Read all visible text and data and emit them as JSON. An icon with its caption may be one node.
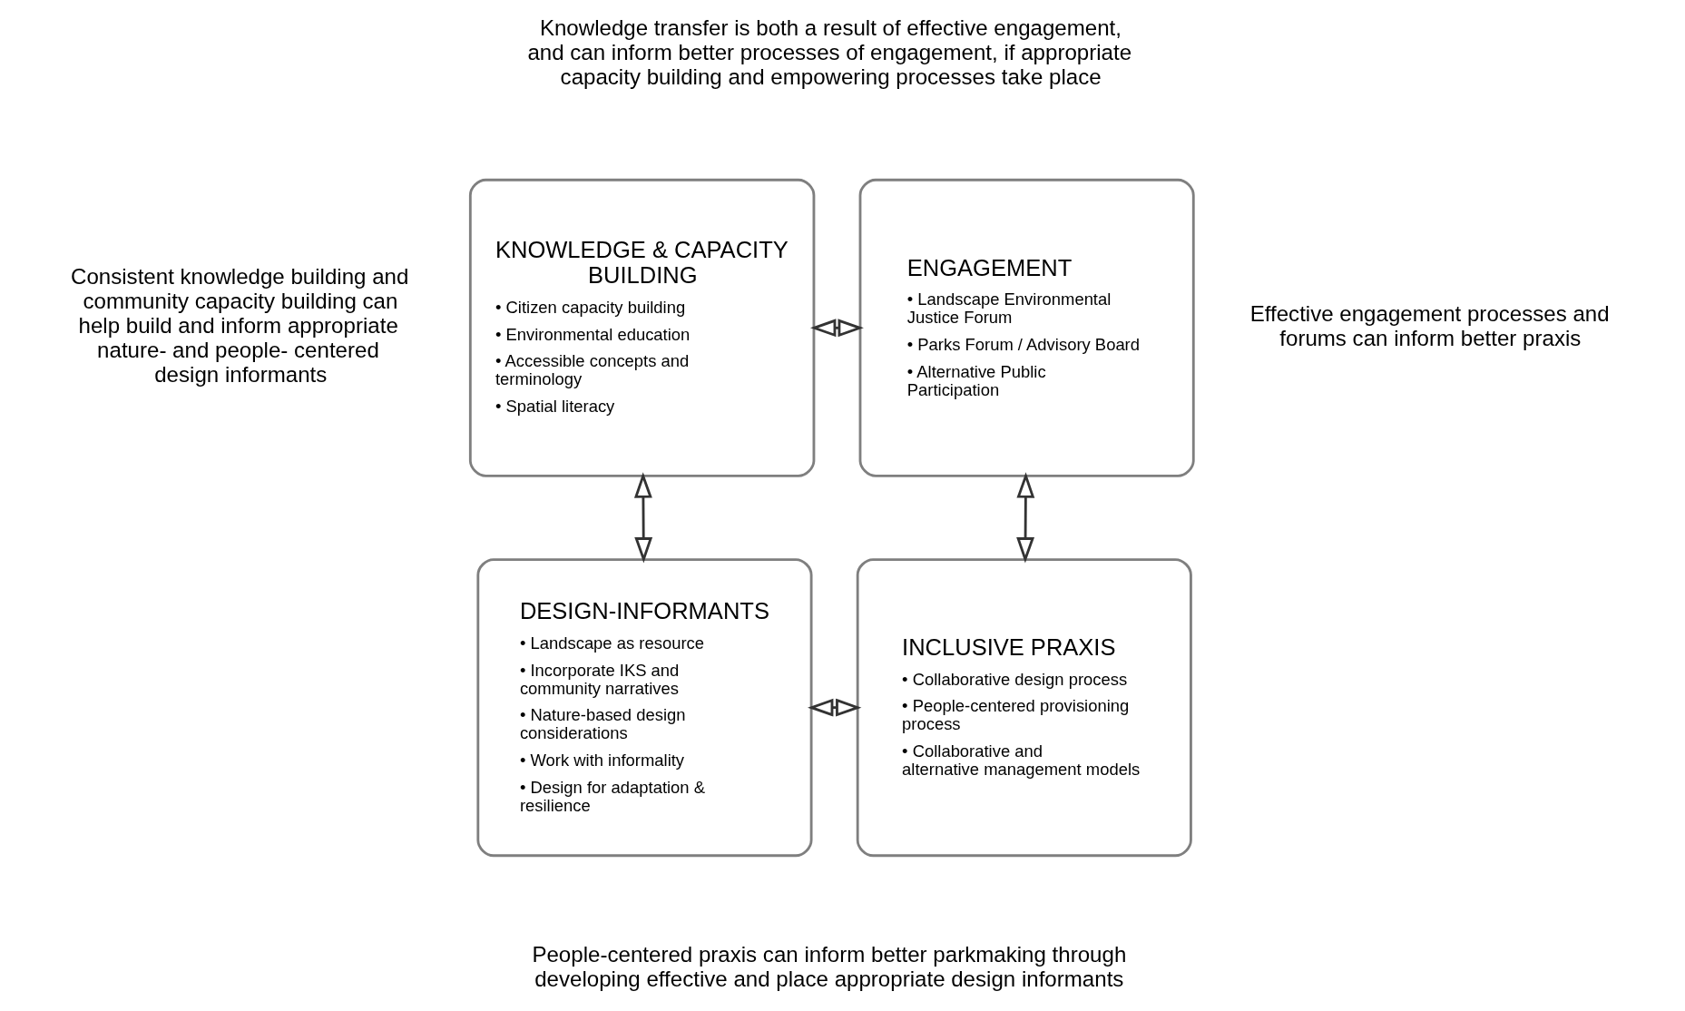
{
  "diagram": {
    "nodes": [
      {
        "text": [
          "KNOWLEDGE & CAPACITY BUILDING",
          "• Citizen capacity building",
          "• Environmental education",
          "• Accessible concepts and terminology",
          "• Spatial literacy"
        ]
      },
      {
        "text": [
          "ENGAGEMENT",
          "• Landscape Environmental Justice Forum",
          "• Parks Forum / Advisory Board",
          "• Alternative Public Participation"
        ]
      },
      {
        "text": [
          "DESIGN-INFORMANTS",
          "• Landscape as resource",
          "• Incorporate IKS and community narratives",
          "• Nature-based design considerations",
          "• Work with informality",
          "• Design for adaptation & resilience"
        ]
      },
      {
        "text": [
          "INCLUSIVE PRAXIS",
          "• Collaborative design process",
          "• People-centered provisioning process",
          "• Collaborative and alternative management models"
        ]
      }
    ],
    "edges": [
      {
        "from": 0,
        "to": 1,
        "arrow": "both"
      },
      {
        "from": 0,
        "to": 2,
        "arrow": "both"
      },
      {
        "from": 1,
        "to": 3,
        "arrow": "both"
      },
      {
        "from": 2,
        "to": 3,
        "arrow": "both"
      }
    ],
    "labels": [
      "Knowledge transfer is both a result of effective engagement, and can inform better processes of engagement, if appropriate capacity building and empowering processes take place",
      "Consistent knowledge building and community capacity building can help build and inform appropriate nature- and people- centered design informants",
      "Effective engagement processes and forums can inform better praxis",
      "People-centered praxis can inform better parkmaking through developing effective and place appropriate design informants"
    ]
  }
}
